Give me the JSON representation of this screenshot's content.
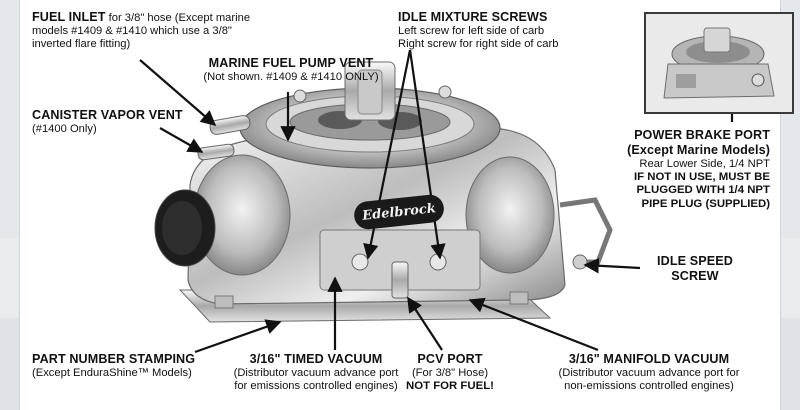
{
  "labels": {
    "fuel_inlet": {
      "title": "FUEL INLET",
      "line1": " for 3/8\" hose (Except marine",
      "line2": "models #1409 & #1410 which use a 3/8\"",
      "line3": "inverted flare fitting)"
    },
    "marine_fuel_pump_vent": {
      "title": "MARINE FUEL PUMP VENT",
      "line1": "(Not shown.  #1409 & #1410 ONLY)"
    },
    "idle_mixture_screws": {
      "title": "IDLE MIXTURE SCREWS",
      "line1": "Left screw for left side of carb",
      "line2": "Right screw for right side of carb"
    },
    "canister_vapor_vent": {
      "title": "CANISTER VAPOR VENT",
      "line1": "(#1400 Only)"
    },
    "power_brake_port": {
      "title_line1": "POWER BRAKE PORT",
      "title_line2": "(Except Marine Models)",
      "line1": "Rear Lower Side, 1/4 NPT",
      "note_line1": "IF NOT IN USE, MUST BE",
      "note_line2": "PLUGGED WITH 1/4 NPT",
      "note_line3": "PIPE PLUG (SUPPLIED)"
    },
    "idle_speed_screw": {
      "title_line1": "IDLE SPEED",
      "title_line2": "SCREW"
    },
    "part_number_stamping": {
      "title": "PART NUMBER STAMPING",
      "line1": "(Except EnduraShine™ Models)"
    },
    "timed_vacuum": {
      "title": "3/16\" TIMED VACUUM",
      "line1": "(Distributor vacuum advance port",
      "line2": "for emissions controlled engines)"
    },
    "pcv_port": {
      "title": "PCV PORT",
      "line1": "(For 3/8\" Hose)",
      "note": "NOT FOR FUEL!"
    },
    "manifold_vacuum": {
      "title": "3/16\" MANIFOLD VACUUM",
      "line1": "(Distributor vacuum advance port for",
      "line2": "non-emissions controlled engines)"
    }
  },
  "brand_logo": "Edelbrock",
  "colors": {
    "ink": "#111111",
    "chrome_light": "#eeeeee",
    "chrome_mid": "#b9b9b9",
    "chrome_dark": "#6b6b6b"
  }
}
